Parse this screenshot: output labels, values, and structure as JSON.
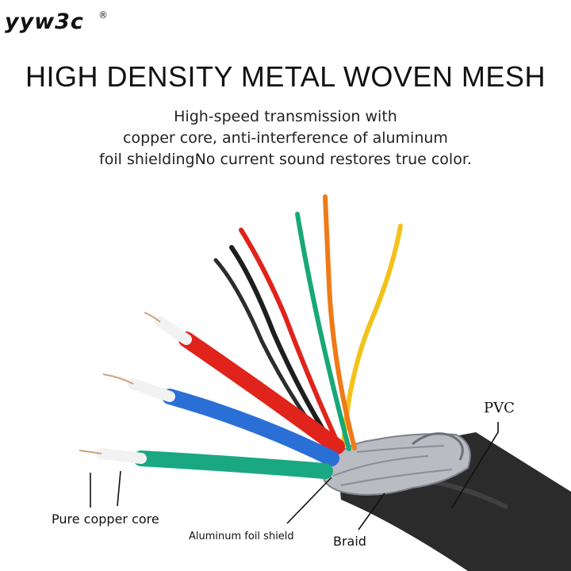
{
  "brand": {
    "name": "yyw3c",
    "mark": "®"
  },
  "header": {
    "title": "HIGH DENSITY METAL WOVEN MESH",
    "description_lines": [
      "High-speed transmission with",
      "copper core, anti-interference of aluminum",
      "foil shieldingNo current sound restores true color."
    ]
  },
  "diagram": {
    "icon": "cable-cross-section-illustration",
    "labels": {
      "pvc": "PVC",
      "copper_core": "Pure copper core",
      "foil_shield": "Aluminum foil shield",
      "braid": "Braid"
    },
    "wire_colors": {
      "red": "#e0241c",
      "black": "#1e1e1e",
      "green": "#18a878",
      "orange": "#f07a18",
      "yellow": "#f3c21a",
      "blue": "#2a6fd6",
      "teal": "#1aa882",
      "pvc_jacket": "#2b2b2b",
      "foil": "#b9bcc2"
    }
  }
}
